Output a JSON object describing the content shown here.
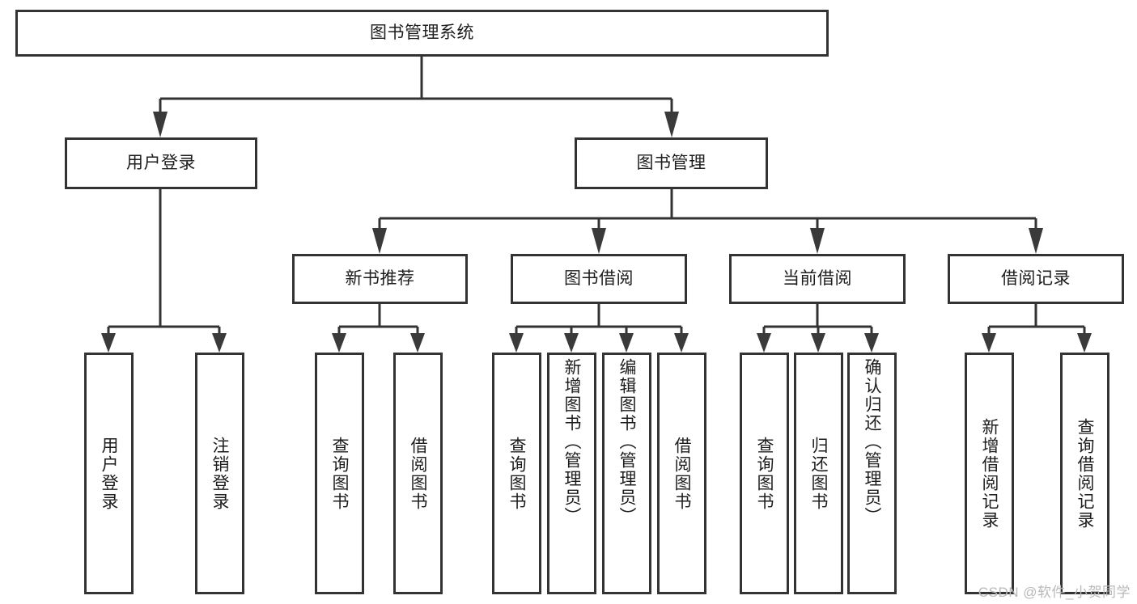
{
  "diagram": {
    "type": "tree-hierarchy",
    "title": "图书管理系统",
    "watermark": "CSDN @软件_小贺同学",
    "colors": {
      "node_border": "#333333",
      "node_fill": "#ffffff",
      "connector": "#333333",
      "text": "#1d1d1d",
      "watermark": "#b9b9b9",
      "background": "#ffffff"
    },
    "levels": {
      "root": {
        "label": "图书管理系统"
      },
      "level2": [
        {
          "id": "user-login",
          "label": "用户登录"
        },
        {
          "id": "book-management",
          "label": "图书管理"
        }
      ],
      "level3": [
        {
          "id": "new-book-recommend",
          "label": "新书推荐",
          "parent": "book-management"
        },
        {
          "id": "book-borrow",
          "label": "图书借阅",
          "parent": "book-management"
        },
        {
          "id": "current-borrow",
          "label": "当前借阅",
          "parent": "book-management"
        },
        {
          "id": "borrow-record",
          "label": "借阅记录",
          "parent": "book-management"
        }
      ],
      "leaves": {
        "user_login": [
          {
            "id": "leaf-user-login",
            "label": "用户登录"
          },
          {
            "id": "leaf-logout-login",
            "label": "注销登录"
          }
        ],
        "new_book_recommend": [
          {
            "id": "leaf-query-book-1",
            "label": "查询图书"
          },
          {
            "id": "leaf-borrow-book-1",
            "label": "借阅图书"
          }
        ],
        "book_borrow": [
          {
            "id": "leaf-query-book-2",
            "label": "查询图书"
          },
          {
            "id": "leaf-add-book",
            "label": "新增图书（管理员）"
          },
          {
            "id": "leaf-edit-book",
            "label": "编辑图书（管理员）"
          },
          {
            "id": "leaf-borrow-book-2",
            "label": "借阅图书"
          }
        ],
        "current_borrow": [
          {
            "id": "leaf-query-book-3",
            "label": "查询图书"
          },
          {
            "id": "leaf-return-book",
            "label": "归还图书"
          },
          {
            "id": "leaf-confirm-return",
            "label": "确认归还（管理员）"
          }
        ],
        "borrow_record": [
          {
            "id": "leaf-add-record",
            "label": "新增借阅记录"
          },
          {
            "id": "leaf-query-record",
            "label": "查询借阅记录"
          }
        ]
      }
    }
  }
}
